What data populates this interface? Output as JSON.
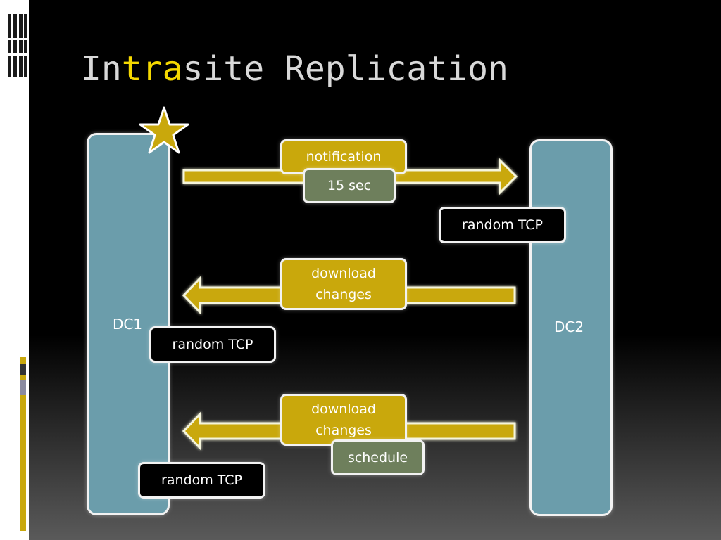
{
  "slide": {
    "title_parts": {
      "a": "In",
      "b": "tra",
      "c": "site Replication"
    }
  },
  "dc1": {
    "label": "DC1"
  },
  "dc2": {
    "label": "DC2"
  },
  "arrow1": {
    "direction": "right",
    "label": "notification",
    "sub_label": "15 sec",
    "tcp_label": "random TCP"
  },
  "arrow2": {
    "direction": "left",
    "label_line1": "download",
    "label_line2": "changes",
    "tcp_label": "random TCP"
  },
  "arrow3": {
    "direction": "left",
    "label_line1": "download",
    "label_line2": "changes",
    "sub_label": "schedule",
    "tcp_label": "random TCP"
  },
  "colors": {
    "accent_gold": "#c9a80c",
    "title_highlight": "#f5d800",
    "server_blue": "#6b9dab",
    "olive": "#6e7f5c"
  }
}
